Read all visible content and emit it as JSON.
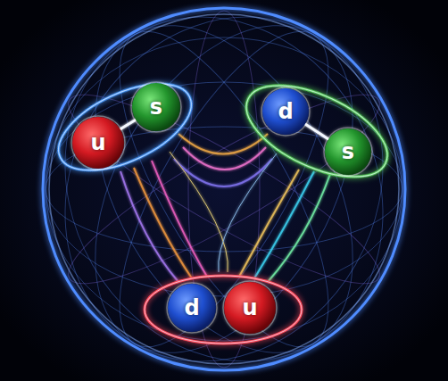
{
  "diagram": {
    "nodes": [
      {
        "text": []
      },
      {
        "text": [
          "u"
        ],
        "in": 0
      },
      {
        "text": [
          "s"
        ],
        "in": 0
      },
      {
        "text": []
      },
      {
        "text": [
          "d"
        ],
        "in": 3
      },
      {
        "text": [
          "s"
        ],
        "in": 3
      },
      {
        "text": []
      },
      {
        "text": [
          "d"
        ],
        "in": 6
      },
      {
        "text": [
          "u"
        ],
        "in": 6
      }
    ],
    "edges": [
      {
        "from": 1,
        "to": 2,
        "arrow": "none"
      },
      {
        "from": 4,
        "to": 5,
        "arrow": "none"
      },
      {
        "from": 7,
        "to": 8,
        "arrow": "none"
      }
    ]
  }
}
